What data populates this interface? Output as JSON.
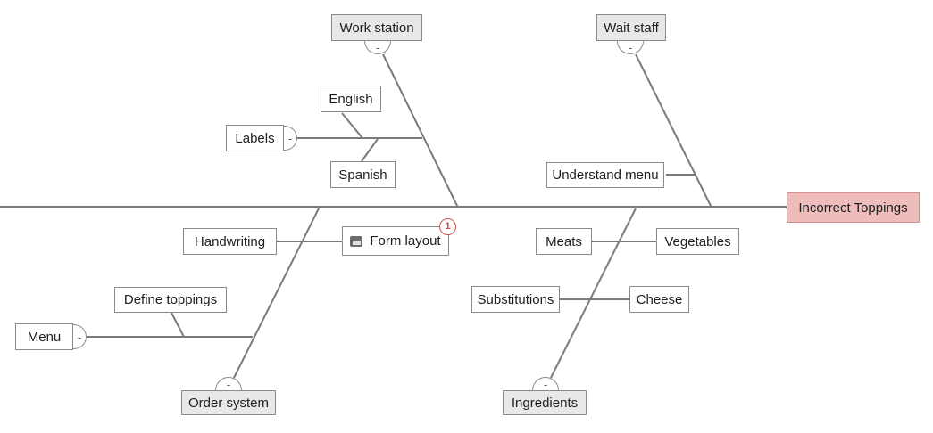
{
  "diagram": {
    "type": "fishbone-cause-effect",
    "effect": {
      "label": "Incorrect Toppings"
    },
    "ui": {
      "collapse_glyph": "-"
    },
    "nodes": {
      "work_station": {
        "label": "Work station"
      },
      "wait_staff": {
        "label": "Wait staff"
      },
      "order_system": {
        "label": "Order system"
      },
      "ingredients": {
        "label": "Ingredients"
      },
      "labels": {
        "label": "Labels"
      },
      "english": {
        "label": "English"
      },
      "spanish": {
        "label": "Spanish"
      },
      "understand_menu": {
        "label": "Understand menu"
      },
      "handwriting": {
        "label": "Handwriting"
      },
      "form_layout": {
        "label": "Form layout",
        "badge": "1",
        "icon": "note-icon"
      },
      "meats": {
        "label": "Meats"
      },
      "vegetables": {
        "label": "Vegetables"
      },
      "define_toppings": {
        "label": "Define toppings"
      },
      "substitutions": {
        "label": "Substitutions"
      },
      "cheese": {
        "label": "Cheese"
      },
      "menu": {
        "label": "Menu"
      }
    },
    "structure": {
      "top_bones": [
        {
          "category": "Work station",
          "branches": [
            {
              "label": "Labels",
              "children": [
                "English",
                "Spanish"
              ]
            }
          ]
        },
        {
          "category": "Wait staff",
          "branches": [
            {
              "label": "Understand menu"
            }
          ]
        }
      ],
      "bottom_bones": [
        {
          "category": "Order system",
          "branches": [
            {
              "label": "Handwriting"
            },
            {
              "label": "Form layout"
            },
            {
              "label": "Menu",
              "children": [
                "Define toppings"
              ]
            }
          ]
        },
        {
          "category": "Ingredients",
          "branches": [
            {
              "label": "Meats"
            },
            {
              "label": "Vegetables"
            },
            {
              "label": "Substitutions"
            },
            {
              "label": "Cheese"
            }
          ]
        }
      ]
    },
    "colors": {
      "line": "#7a7a7a",
      "box_border": "#8a8a8a",
      "category_fill": "#e8e8e8",
      "effect_fill": "#efbcbc",
      "effect_border": "#d38f8f",
      "badge_red": "#c94f4f"
    }
  }
}
